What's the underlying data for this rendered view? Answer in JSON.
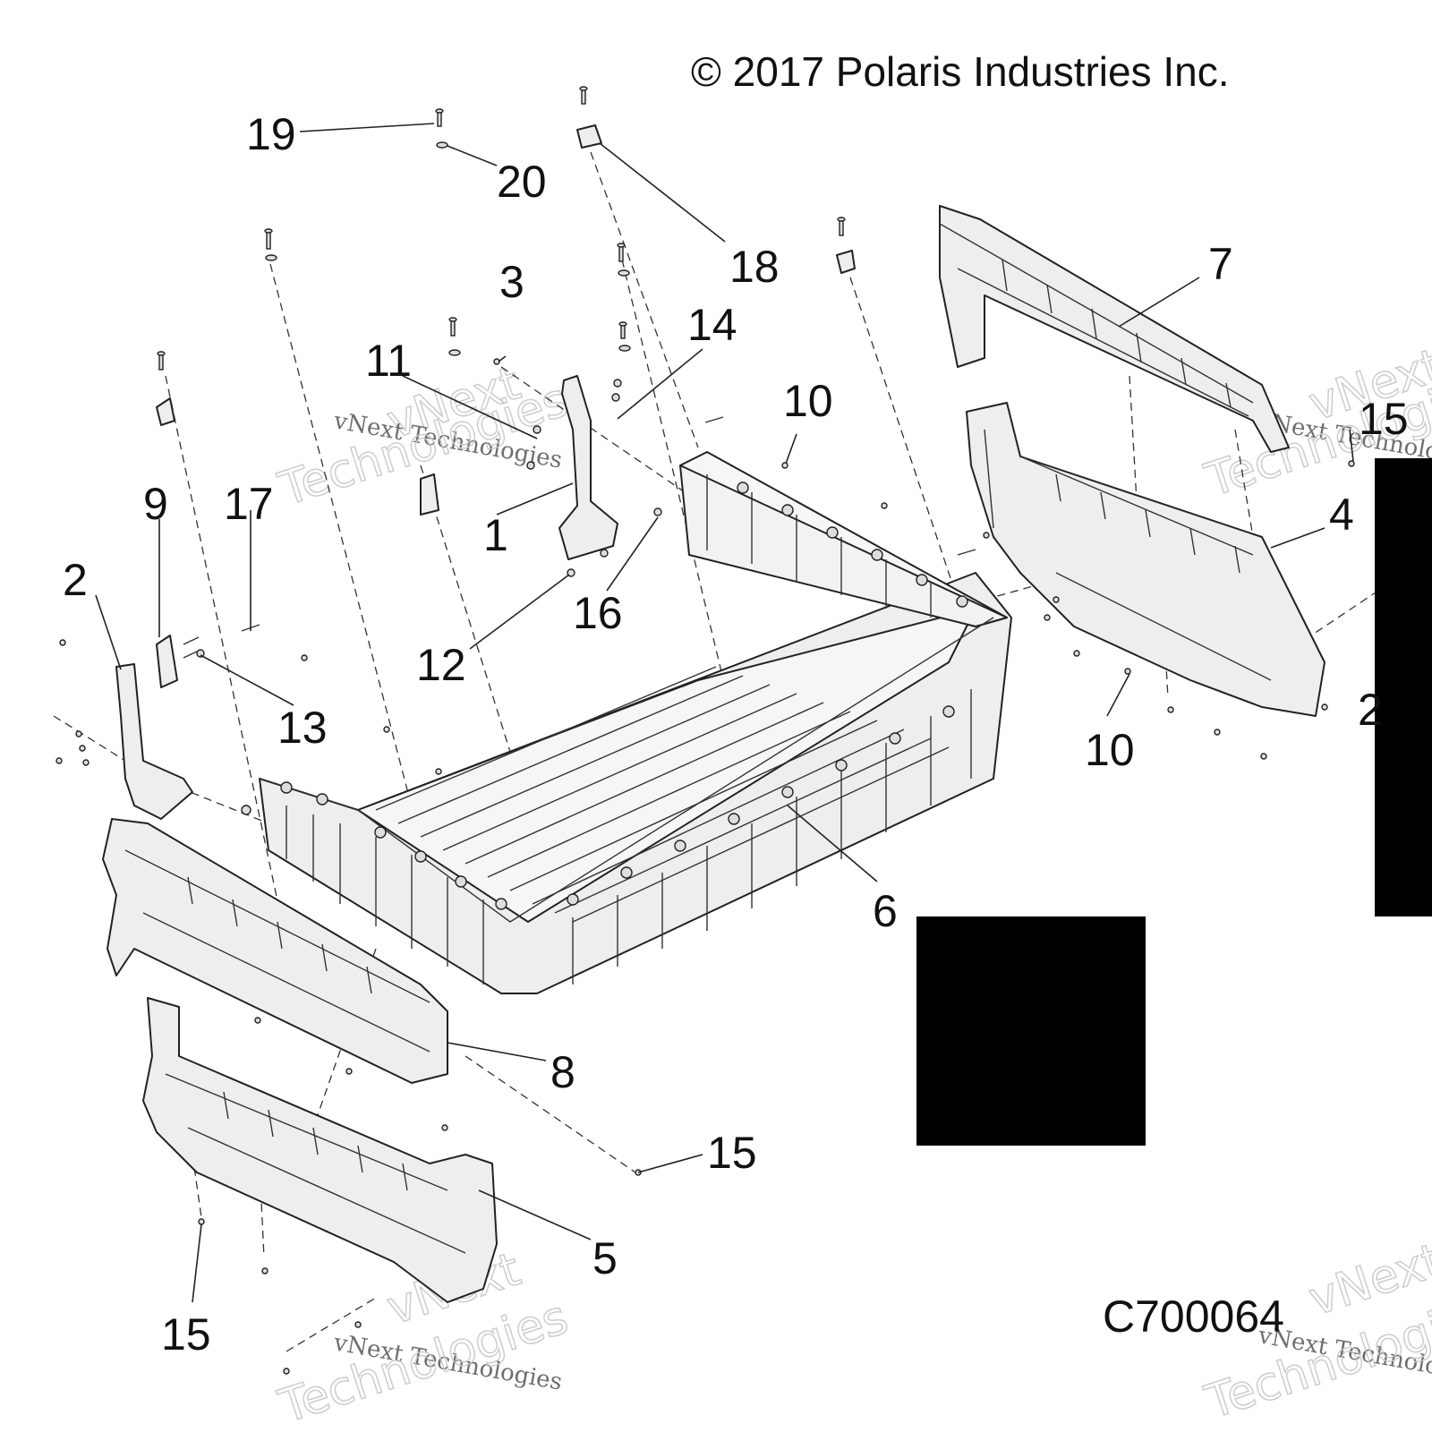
{
  "copyright": "© 2017 Polaris Industries Inc.",
  "diagram_code": "C700064",
  "watermark": {
    "small": "vNext Technologies",
    "big_top": "vNext",
    "big_bottom": "Technologies"
  },
  "callouts": {
    "c1": "1",
    "c2": "2",
    "c2b": "2",
    "c3": "3",
    "c4": "4",
    "c5": "5",
    "c6": "6",
    "c7": "7",
    "c8": "8",
    "c9": "9",
    "c10a": "10",
    "c10b": "10",
    "c11": "11",
    "c12": "12",
    "c13": "13",
    "c14": "14",
    "c15a": "15",
    "c15b": "15",
    "c15c": "15",
    "c16": "16",
    "c17": "17",
    "c18": "18",
    "c19": "19",
    "c20": "20"
  }
}
